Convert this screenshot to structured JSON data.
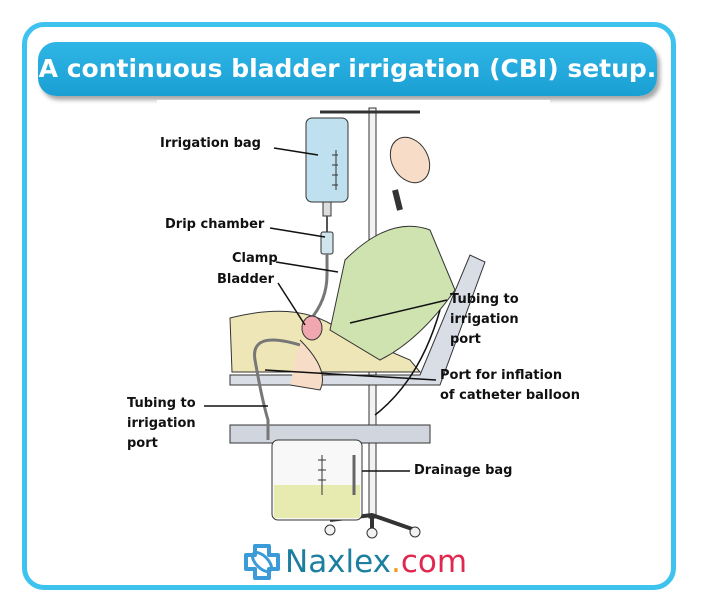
{
  "title": "A continuous bladder irrigation (CBI) setup.",
  "labels": {
    "irrigation_bag": "Irrigation bag",
    "drip_chamber": "Drip chamber",
    "clamp": "Clamp",
    "bladder": "Bladder",
    "tubing_right": [
      "Tubing to",
      "irrigation",
      "port"
    ],
    "port_inflation": [
      "Port for inflation",
      "of catheter balloon"
    ],
    "tubing_left": [
      "Tubing to",
      "irrigation",
      "port"
    ],
    "drainage_bag": "Drainage bag"
  },
  "logo": {
    "name": "Naxlex",
    "dot": ".",
    "tld": "com"
  },
  "colors": {
    "frame": "#3ec3ef",
    "title_bg": "#1fa6d9",
    "logo_name": "#1d7fa0",
    "logo_tld": "#e0284f"
  }
}
